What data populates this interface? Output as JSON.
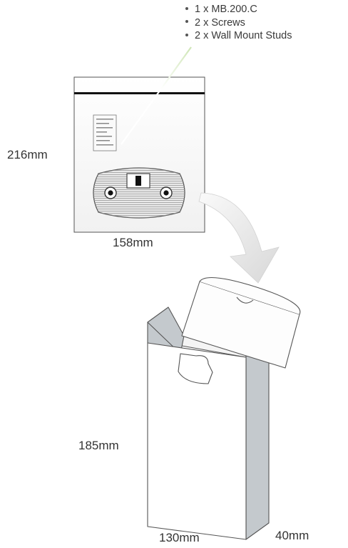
{
  "package_contents": [
    {
      "text": "1 x MB.200.C"
    },
    {
      "text": "2 x Screws"
    },
    {
      "text": "2 x Wall Mount Studs"
    }
  ],
  "bag_dimensions": {
    "height": "216mm",
    "width": "158mm"
  },
  "box_dimensions": {
    "height": "185mm",
    "width": "130mm",
    "depth": "40mm"
  },
  "colors": {
    "leader_line": "#8cc63f",
    "arrow": "#e0e0e0",
    "box_side": "#c4c9cd"
  }
}
